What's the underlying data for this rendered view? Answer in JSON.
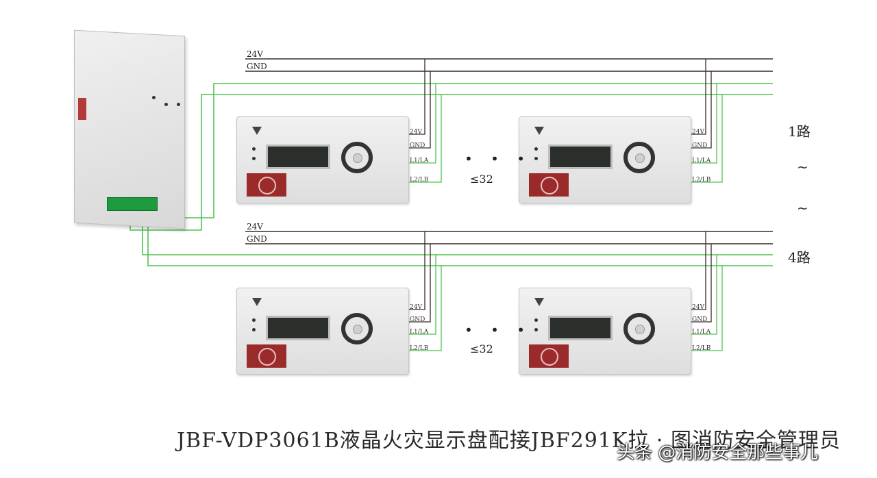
{
  "bus": {
    "top": {
      "v24": "24V",
      "gnd": "GND"
    },
    "bottom": {
      "v24": "24V",
      "gnd": "GND"
    }
  },
  "terminals": [
    "24V",
    "GND",
    "L1/LA",
    "L2/LB"
  ],
  "count": "≤32",
  "dots": "• • •",
  "routes": {
    "first": "1路",
    "last": "4路",
    "tilde": "~"
  },
  "caption": "JBF-VDP3061B液晶火灾显示盘配接JBF291K拉  ·  图消防安全管理员",
  "watermark": "头条 @消防安全那些事儿",
  "colors": {
    "power": "#3a2a2a",
    "signal": "#4fc24f"
  }
}
